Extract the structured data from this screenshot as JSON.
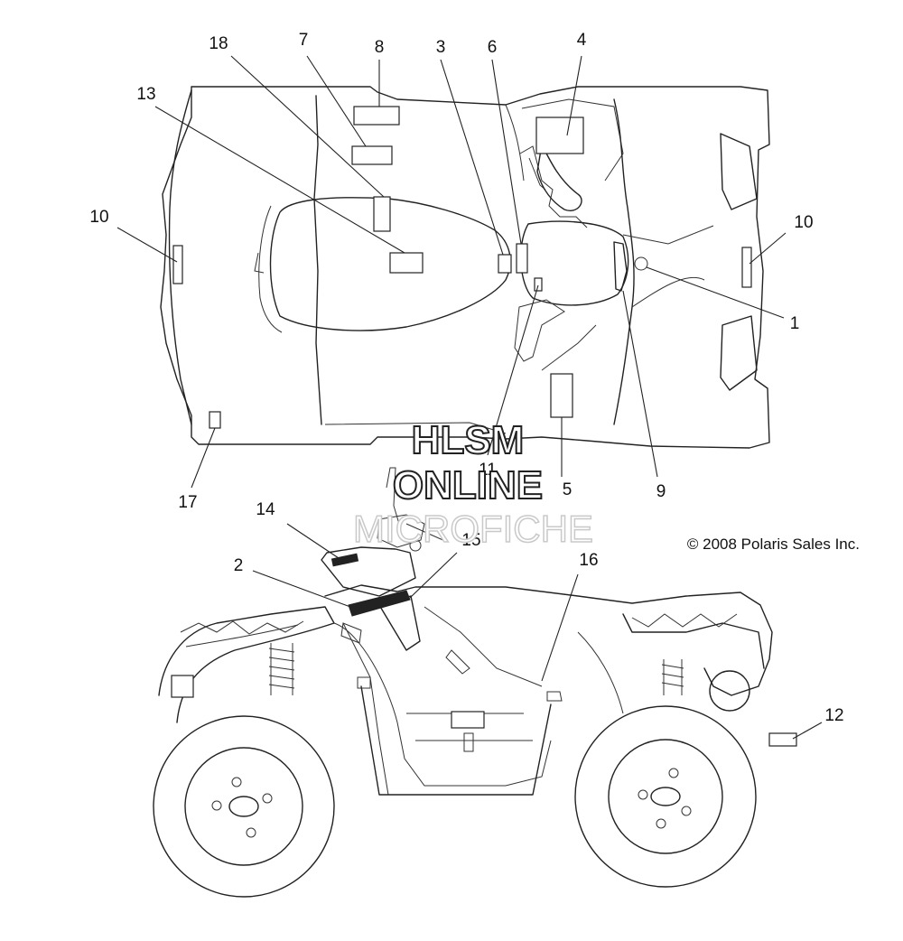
{
  "callouts": [
    {
      "id": "1",
      "label": "1"
    },
    {
      "id": "2",
      "label": "2"
    },
    {
      "id": "3",
      "label": "3"
    },
    {
      "id": "4",
      "label": "4"
    },
    {
      "id": "5",
      "label": "5"
    },
    {
      "id": "6",
      "label": "6"
    },
    {
      "id": "7",
      "label": "7"
    },
    {
      "id": "8",
      "label": "8"
    },
    {
      "id": "9",
      "label": "9"
    },
    {
      "id": "10a",
      "label": "10"
    },
    {
      "id": "10b",
      "label": "10"
    },
    {
      "id": "11",
      "label": "11"
    },
    {
      "id": "12",
      "label": "12"
    },
    {
      "id": "13",
      "label": "13"
    },
    {
      "id": "14",
      "label": "14"
    },
    {
      "id": "15",
      "label": "15"
    },
    {
      "id": "16",
      "label": "16"
    },
    {
      "id": "17",
      "label": "17"
    },
    {
      "id": "18",
      "label": "18"
    }
  ],
  "watermark": {
    "line1": "HLSM",
    "line2": "ONLINE",
    "line3": "MICROFICHE"
  },
  "copyright": "© 2008 Polaris Sales Inc."
}
